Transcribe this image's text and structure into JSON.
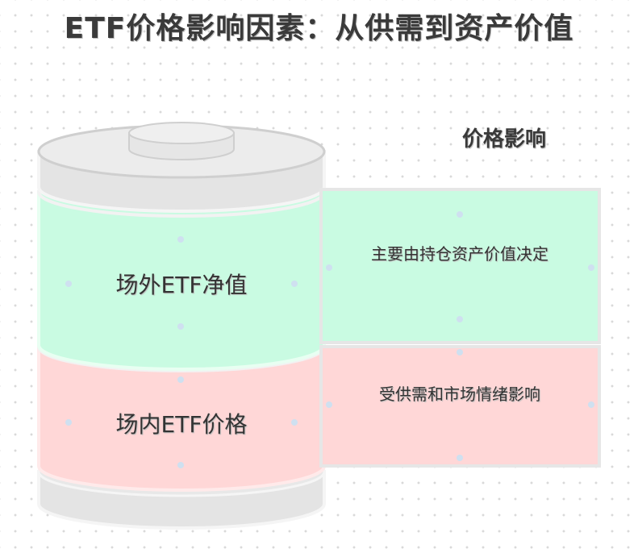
{
  "title": "ETF价格影响因素：从供需到资产价值",
  "side_title": "价格影响",
  "segments": [
    {
      "label": "场外ETF净值",
      "description": "主要由持仓资产价值决定",
      "color": "#c9fbe2"
    },
    {
      "label": "场内ETF价格",
      "description": "受供需和市场情绪影响",
      "color": "#ffd7d7"
    }
  ],
  "colors": {
    "cylinder_gray": "#e4e4e4",
    "outline": "#c8c8c8"
  }
}
